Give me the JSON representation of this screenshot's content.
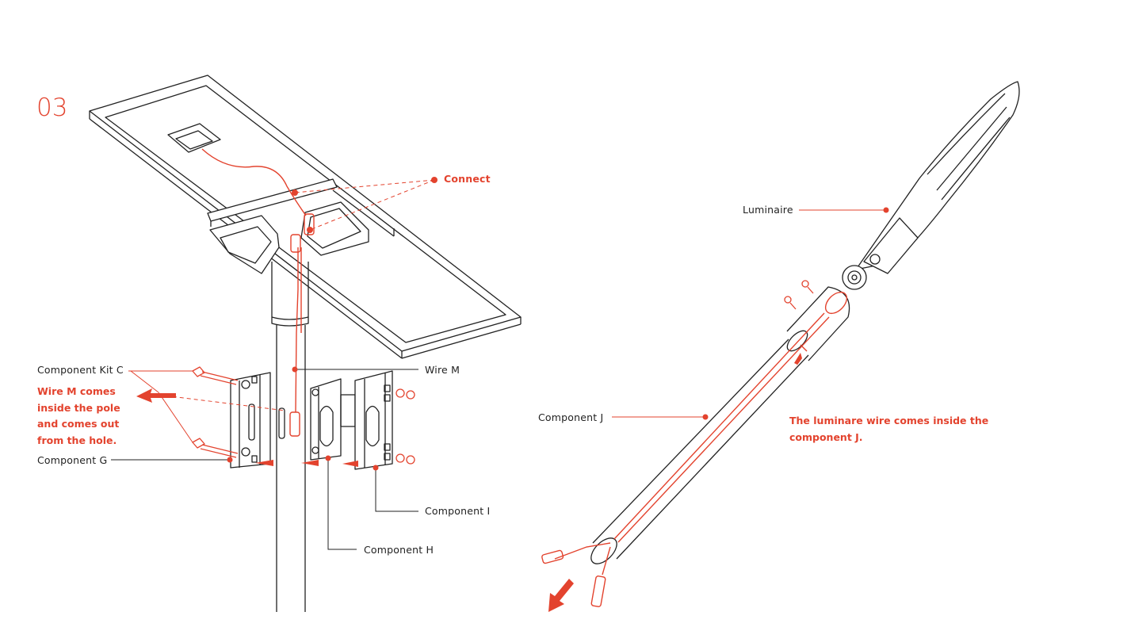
{
  "step_number": "03",
  "labels": {
    "connect": "Connect",
    "component_kit_c": "Component Kit C",
    "wire_m": "Wire M",
    "component_g": "Component G",
    "component_i": "Component I",
    "component_h": "Component H",
    "luminaire": "Luminaire",
    "component_j": "Component J"
  },
  "notes": {
    "wire_m_note": [
      "Wire M comes",
      "inside the pole",
      "and comes out",
      "from the hole."
    ],
    "luminaire_note": [
      "The luminare wire comes inside the",
      "component J."
    ]
  },
  "colors": {
    "accent": "#e3432e",
    "line": "#222222"
  }
}
